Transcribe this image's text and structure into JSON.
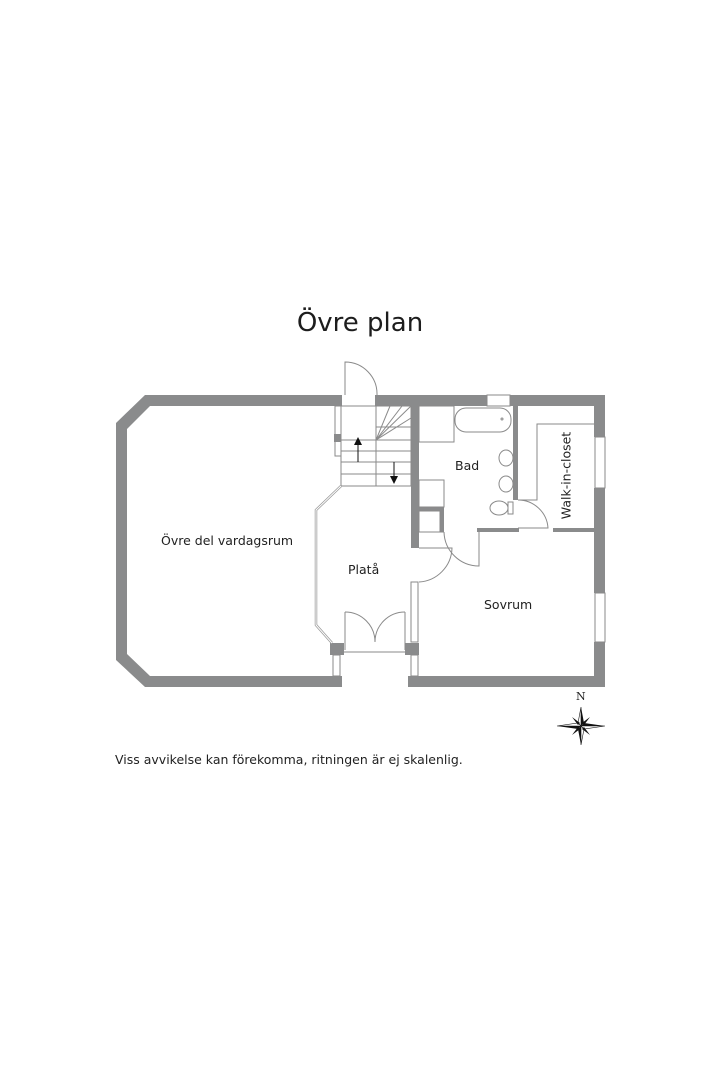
{
  "title": "Övre plan",
  "rooms": [
    {
      "id": "living",
      "label": "Övre del vardagsrum"
    },
    {
      "id": "landing",
      "label": "Platå"
    },
    {
      "id": "bath",
      "label": "Bad"
    },
    {
      "id": "closet",
      "label": "Walk-in-closet"
    },
    {
      "id": "bedroom",
      "label": "Sovrum"
    }
  ],
  "compass": {
    "label": "N"
  },
  "footnote": "Viss avvikelse kan förekomma, ritningen är ej skalenlig.",
  "colors": {
    "wall": "#8a8b8c",
    "line": "#8a8a8a",
    "background": "#ffffff",
    "text": "#222222"
  }
}
